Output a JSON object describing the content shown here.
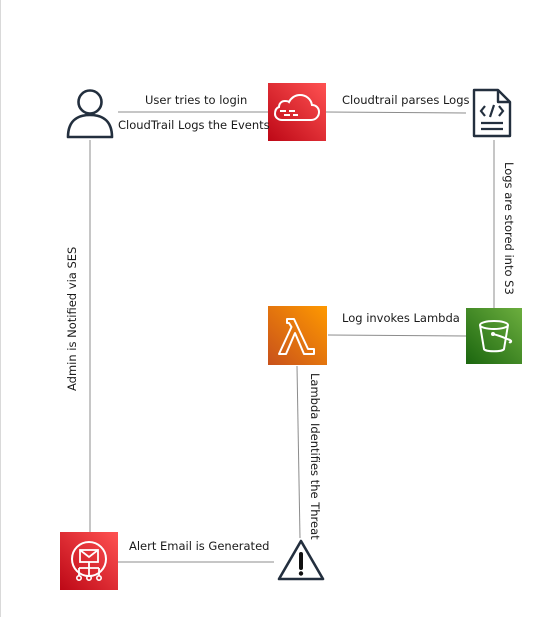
{
  "nodes": {
    "user": {
      "icon": "user-icon"
    },
    "cloudtrail": {
      "icon": "cloudtrail-icon",
      "color": "#E7157B"
    },
    "log_file": {
      "icon": "log-file-icon"
    },
    "s3": {
      "icon": "s3-bucket-icon",
      "color": "#3F8624"
    },
    "lambda": {
      "icon": "lambda-icon",
      "color": "#ED7100"
    },
    "ses": {
      "icon": "ses-icon",
      "color": "#DD344C"
    },
    "alert": {
      "icon": "warning-icon"
    }
  },
  "edges": {
    "user_to_cloudtrail_top": "User tries to login",
    "user_to_cloudtrail_bottom": "CloudTrail Logs the Events",
    "cloudtrail_to_log": "Cloudtrail parses Logs",
    "log_to_s3": "Logs are stored into S3",
    "s3_to_lambda": "Log invokes Lambda",
    "lambda_to_alert": "Lambda Identifies the Threat",
    "alert_to_ses": "Alert Email is Generated",
    "ses_to_user": "Admin is Notified via SES"
  }
}
